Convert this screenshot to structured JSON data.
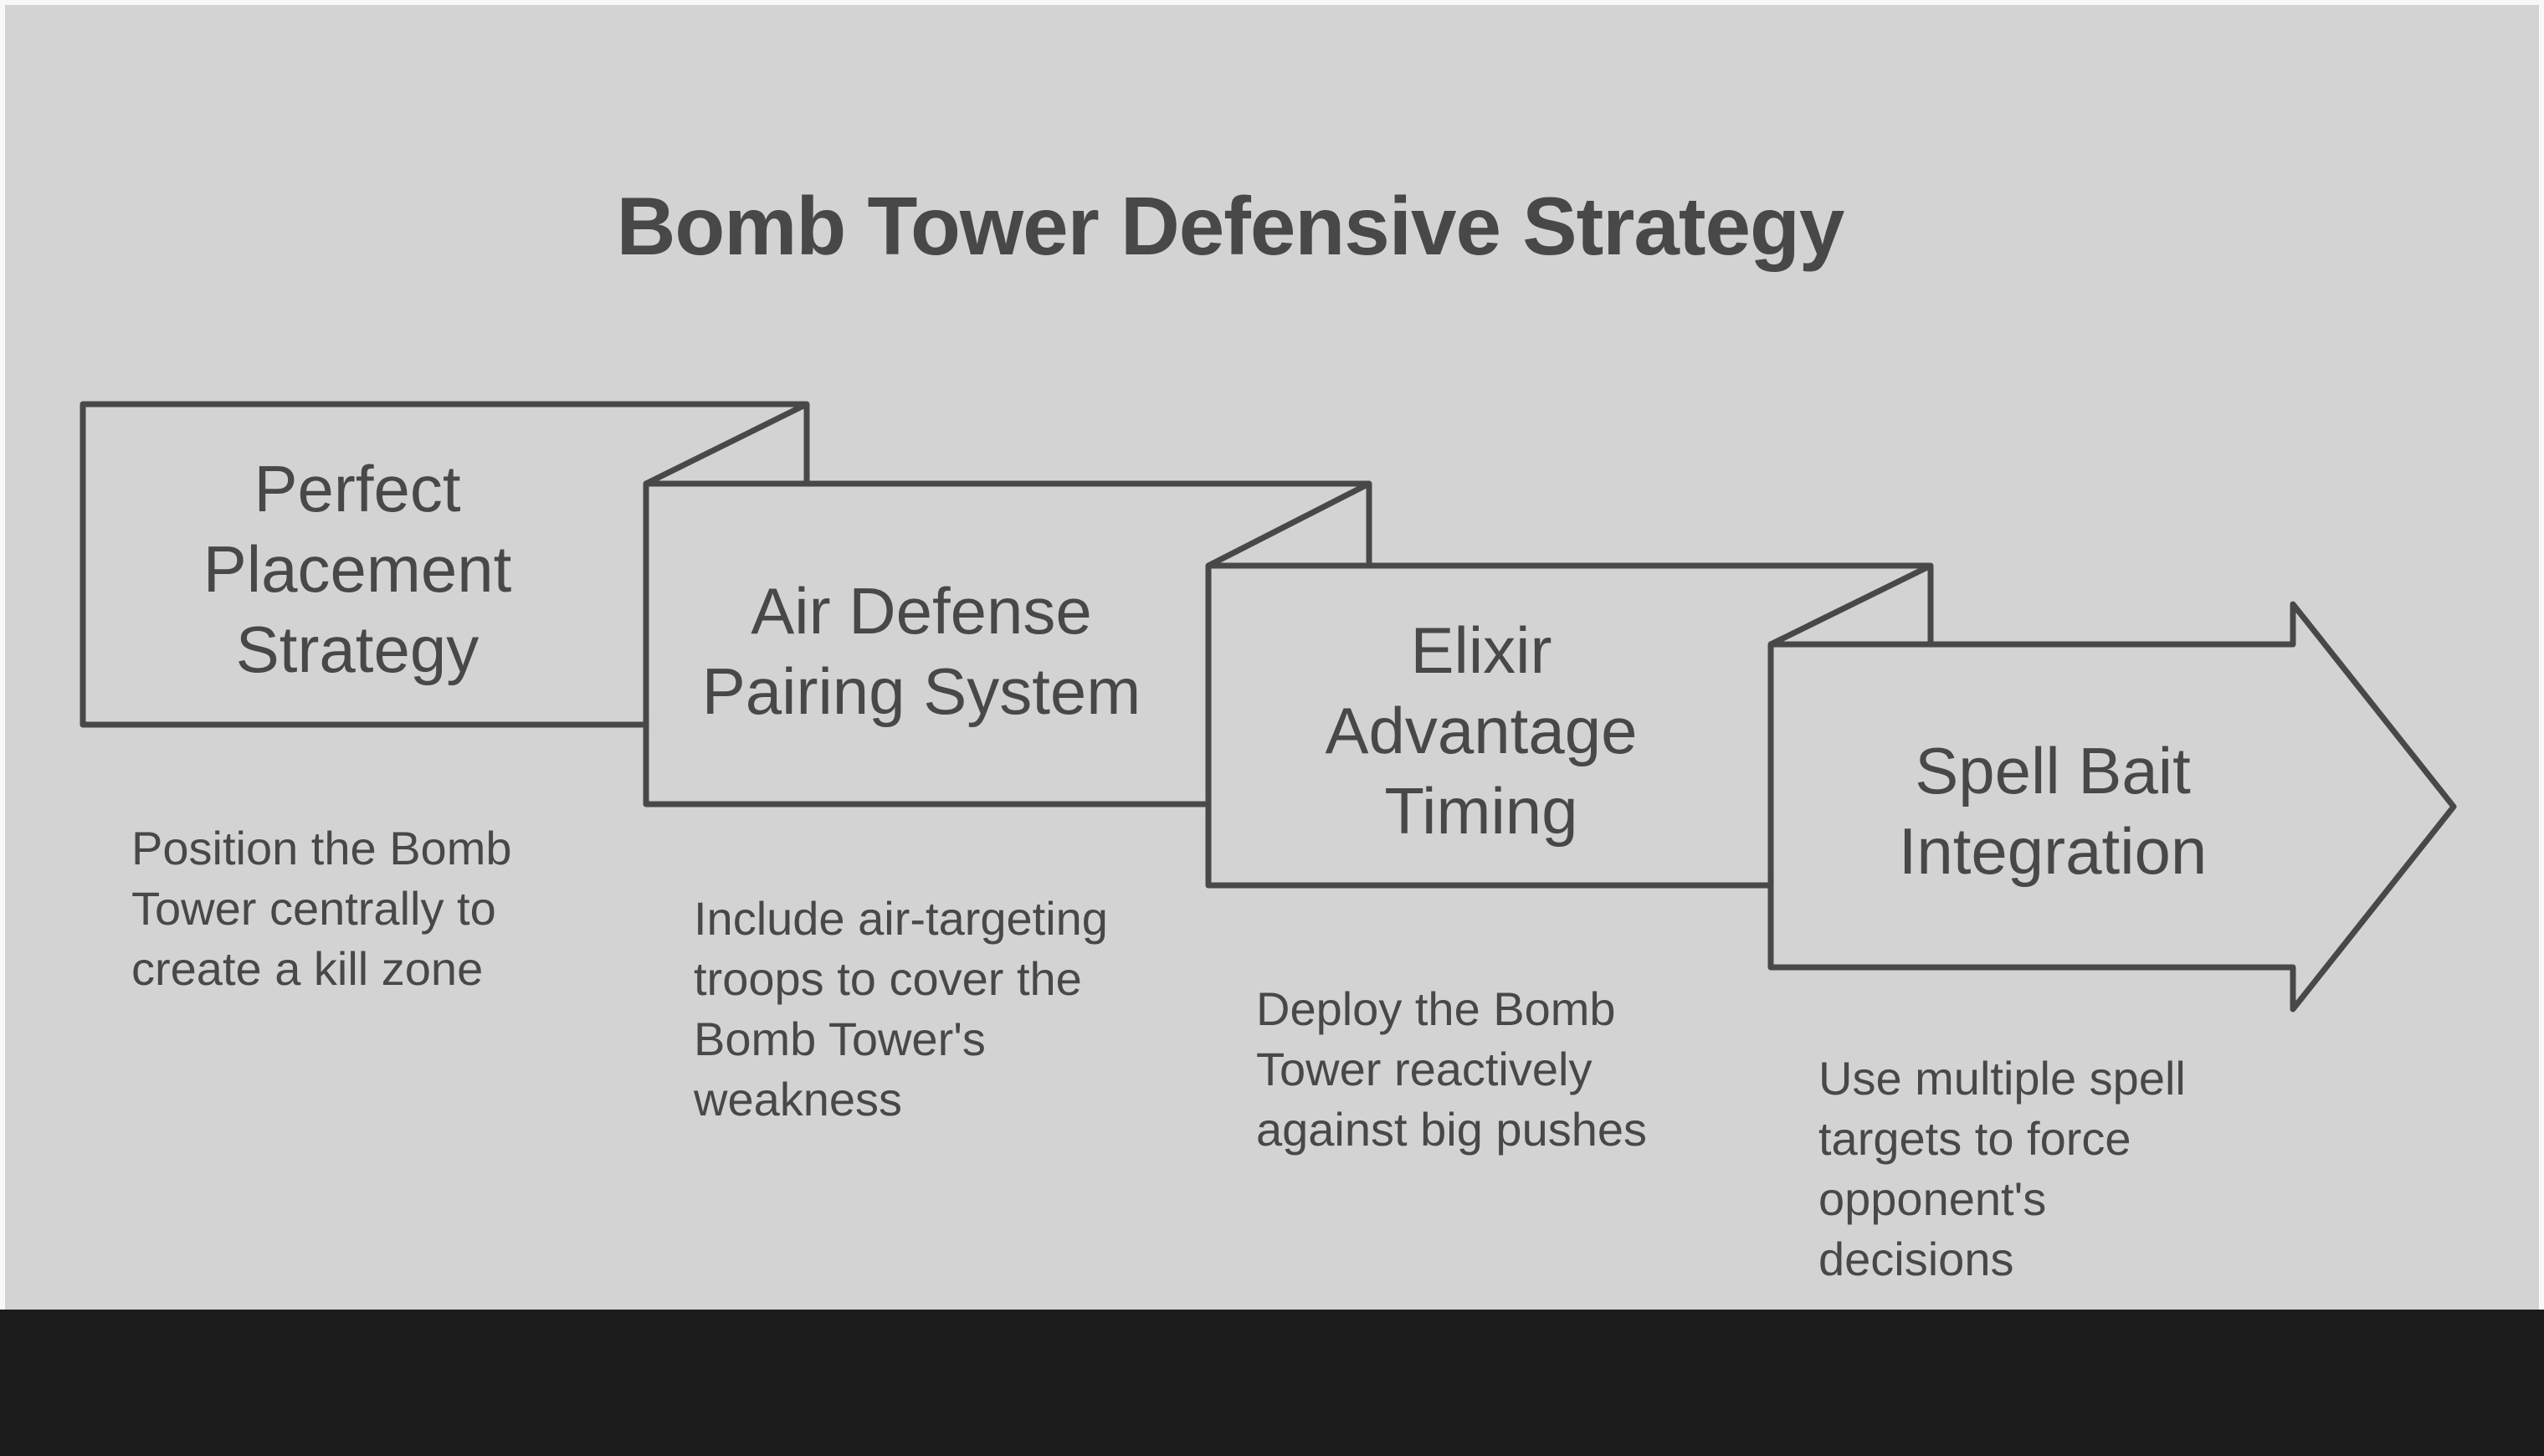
{
  "title": "Bomb Tower Defensive Strategy",
  "colors": {
    "background": "#d3d3d3",
    "stroke": "#484848",
    "text": "#484848",
    "bottom_band": "#1b1b1b"
  },
  "steps": [
    {
      "label": "Perfect\nPlacement\nStrategy",
      "description": "Position the Bomb\nTower centrally to\ncreate a kill zone"
    },
    {
      "label": "Air Defense\nPairing System",
      "description": "Include air-targeting\ntroops to cover the\nBomb Tower's\nweakness"
    },
    {
      "label": "Elixir\nAdvantage\nTiming",
      "description": "Deploy the Bomb\nTower reactively\nagainst big pushes"
    },
    {
      "label": "Spell Bait\nIntegration",
      "description": "Use multiple spell\ntargets to force\nopponent's\ndecisions"
    }
  ]
}
